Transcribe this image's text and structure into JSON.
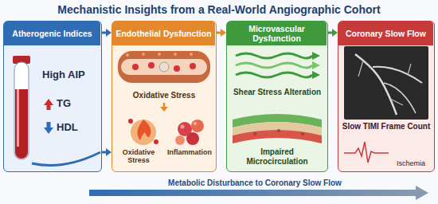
{
  "diagram": {
    "title": "Mechanistic Insights from a Real-World Angiographic Cohort",
    "nodes": [
      {
        "text": [
          "Atherogenic Indices",
          "High AIP",
          "TG",
          "HDL"
        ]
      },
      {
        "text": [
          "Endothelial Dysfunction",
          "Oxidative Stress",
          "Oxidative Stress",
          "Inflammation"
        ]
      },
      {
        "text": [
          "Microvascular Dysfunction",
          "Shear Stress Alteration",
          "Impaired Microcirculation"
        ]
      },
      {
        "text": [
          "Coronary Slow Flow",
          "Slow TIMI Frame Count",
          "Ischemia"
        ]
      }
    ],
    "edges": [
      {
        "from": 0,
        "to": 1,
        "arrow": "to"
      },
      {
        "from": 0,
        "to": 1,
        "arrow": "to"
      },
      {
        "from": 1,
        "to": 2,
        "arrow": "to"
      },
      {
        "from": 2,
        "to": 3,
        "arrow": "to"
      }
    ],
    "labels": [
      "Metabolic Disturbance to Coronary Slow Flow"
    ]
  }
}
